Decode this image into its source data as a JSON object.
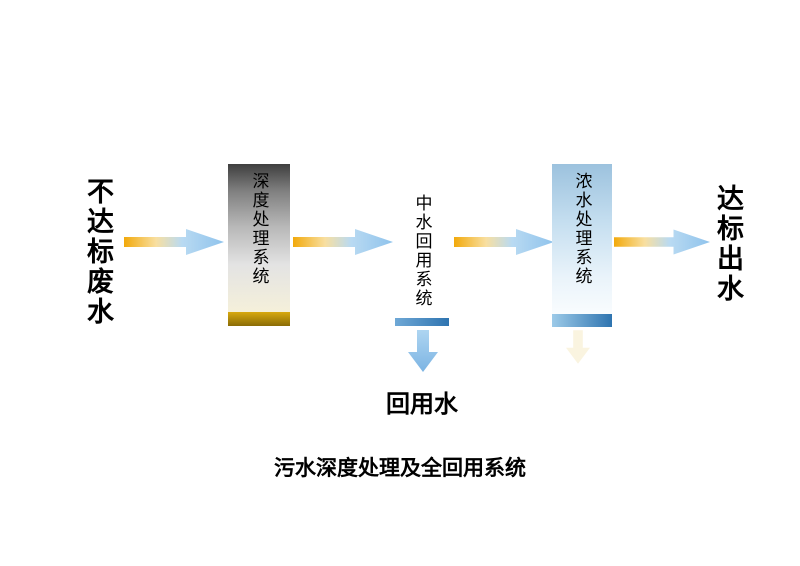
{
  "diagram": {
    "caption": "污水深度处理及全回用系统",
    "input_label": "不达标废水",
    "output_label": "达标出水",
    "byproduct_label": "回用水",
    "stages": [
      {
        "label": "深度处理系统"
      },
      {
        "label": "中水回用系统"
      },
      {
        "label": "浓水处理系统"
      }
    ],
    "colors": {
      "arrow_gold": "#f2a90b",
      "arrow_blue": "#8fc3ec",
      "gold_bar": "#d8a90f",
      "blue_bar": "#2e74b0",
      "box_dark_top": "#3f3f3f",
      "box_blue_top": "#9cc2de"
    }
  }
}
